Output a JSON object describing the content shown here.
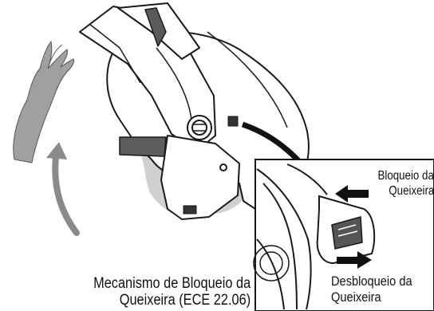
{
  "labels": {
    "mechanism_line1": "Mecanismo de Bloqueio da",
    "mechanism_line2": "Queixeira (ECE 22.06)",
    "lock_line1": "Bloqueio da",
    "lock_line2": "Queixeira",
    "unlock_line1": "Desbloqueio da",
    "unlock_line2": "Queixeira"
  },
  "colors": {
    "line": "#1a1a1a",
    "head_fill": "#d0d0d0",
    "hand_fill": "#a0a0a0",
    "arrow_grey": "#8a8a8a",
    "arrow_dark": "#111111"
  }
}
